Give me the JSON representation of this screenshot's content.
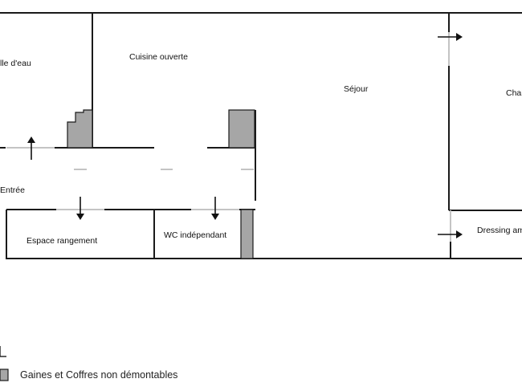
{
  "rooms": {
    "salle_eau": "lle d'eau",
    "cuisine": "Cuisine ouverte",
    "sejour": "Séjour",
    "chambre": "Cham",
    "entree": "Entrée",
    "rangement": "Espace rangement",
    "wc": "WC indépendant",
    "dressing": "Dressing ame"
  },
  "legend": {
    "gaines_label": "Gaines et Coffres non démontables"
  },
  "colors": {
    "wall": "#1a1a1a",
    "opening": "#c4c4c4",
    "gaine_fill": "#a6a6a6",
    "background": "#ffffff"
  }
}
